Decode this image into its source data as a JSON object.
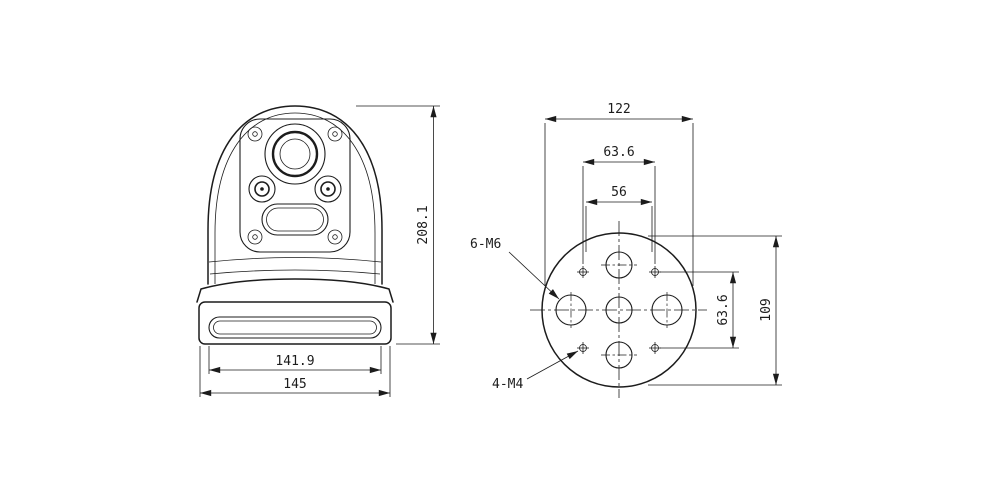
{
  "drawing": {
    "front_view": {
      "dim_height": "208.1",
      "dim_width_inner": "141.9",
      "dim_width_outer": "145"
    },
    "mount_view": {
      "dim_width": "122",
      "dim_hole_spacing_h": "63.6",
      "dim_inner_spacing": "56",
      "dim_hole_spacing_v": "63.6",
      "dim_height": "109",
      "label_m6": "6-M6",
      "label_m4": "4-M4"
    }
  },
  "colors": {
    "line": "#1c1c1c",
    "background": "#ffffff"
  }
}
